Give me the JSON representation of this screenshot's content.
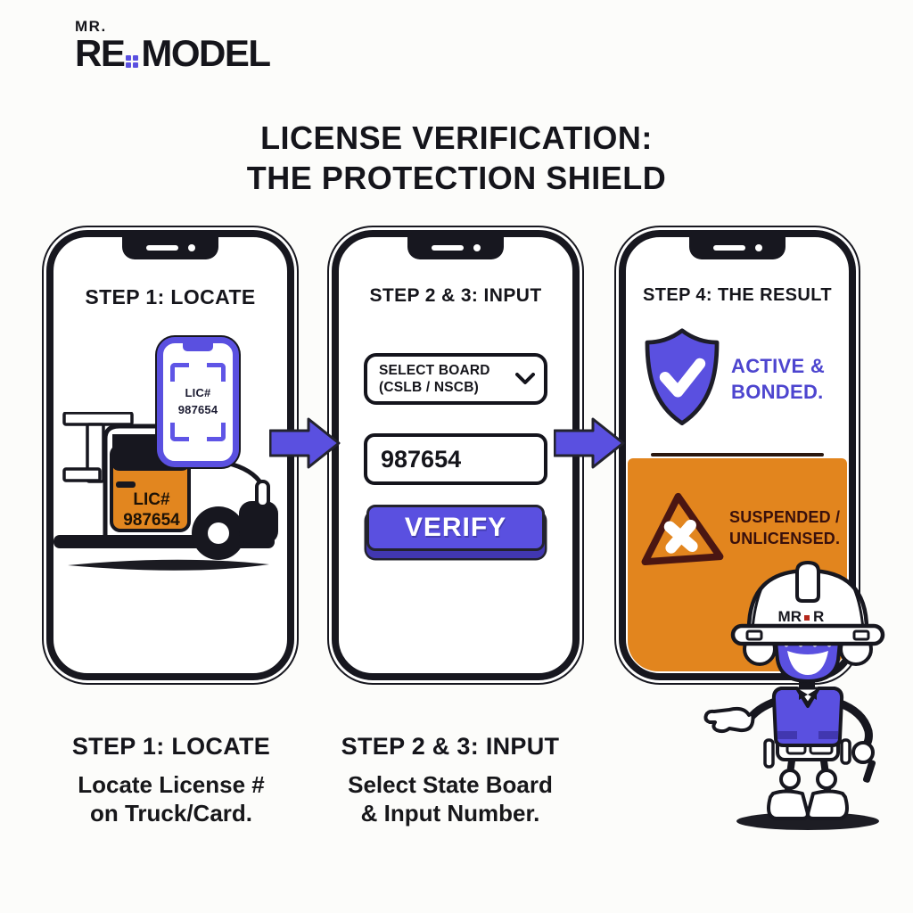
{
  "brand": {
    "mr": "MR.",
    "re": "RE",
    "model": "MODEL"
  },
  "title": {
    "line1": "LICENSE VERIFICATION:",
    "line2": "THE PROTECTION SHIELD"
  },
  "phones": {
    "p1": {
      "heading": "STEP 1: LOCATE",
      "scan": {
        "line1": "LIC#",
        "line2": "987654"
      },
      "door": {
        "line1": "LIC#",
        "line2": "987654"
      }
    },
    "p2": {
      "heading": "STEP 2 & 3: INPUT",
      "select": {
        "line1": "SELECT BOARD",
        "line2": "(CSLB / NSCB)"
      },
      "license_input": "987654",
      "verify": "VERIFY"
    },
    "p3": {
      "heading": "STEP 4: THE RESULT",
      "active": {
        "line1": "ACTIVE &",
        "line2": "BONDED."
      },
      "suspended": {
        "line1": "SUSPENDED /",
        "line2": "UNLICENSED."
      }
    }
  },
  "captions": {
    "c1": {
      "title": "STEP 1: LOCATE",
      "line1": "Locate License #",
      "line2": "on Truck/Card."
    },
    "c2": {
      "title": "STEP 2 & 3: INPUT",
      "line1": "Select State Board",
      "line2": "& Input Number."
    }
  },
  "mascot": {
    "hat_pre": "MR",
    "hat_post": "R"
  },
  "colors": {
    "purple": "#5a50e0",
    "purple_shadow": "#4137b0",
    "purple_text": "#4d45cf",
    "orange": "#e2851e",
    "ink": "#17171f",
    "maroon_outline": "#4a1612",
    "maroon_text": "#39100c",
    "red_dot": "#b5271c",
    "background": "#fcfcfa"
  }
}
